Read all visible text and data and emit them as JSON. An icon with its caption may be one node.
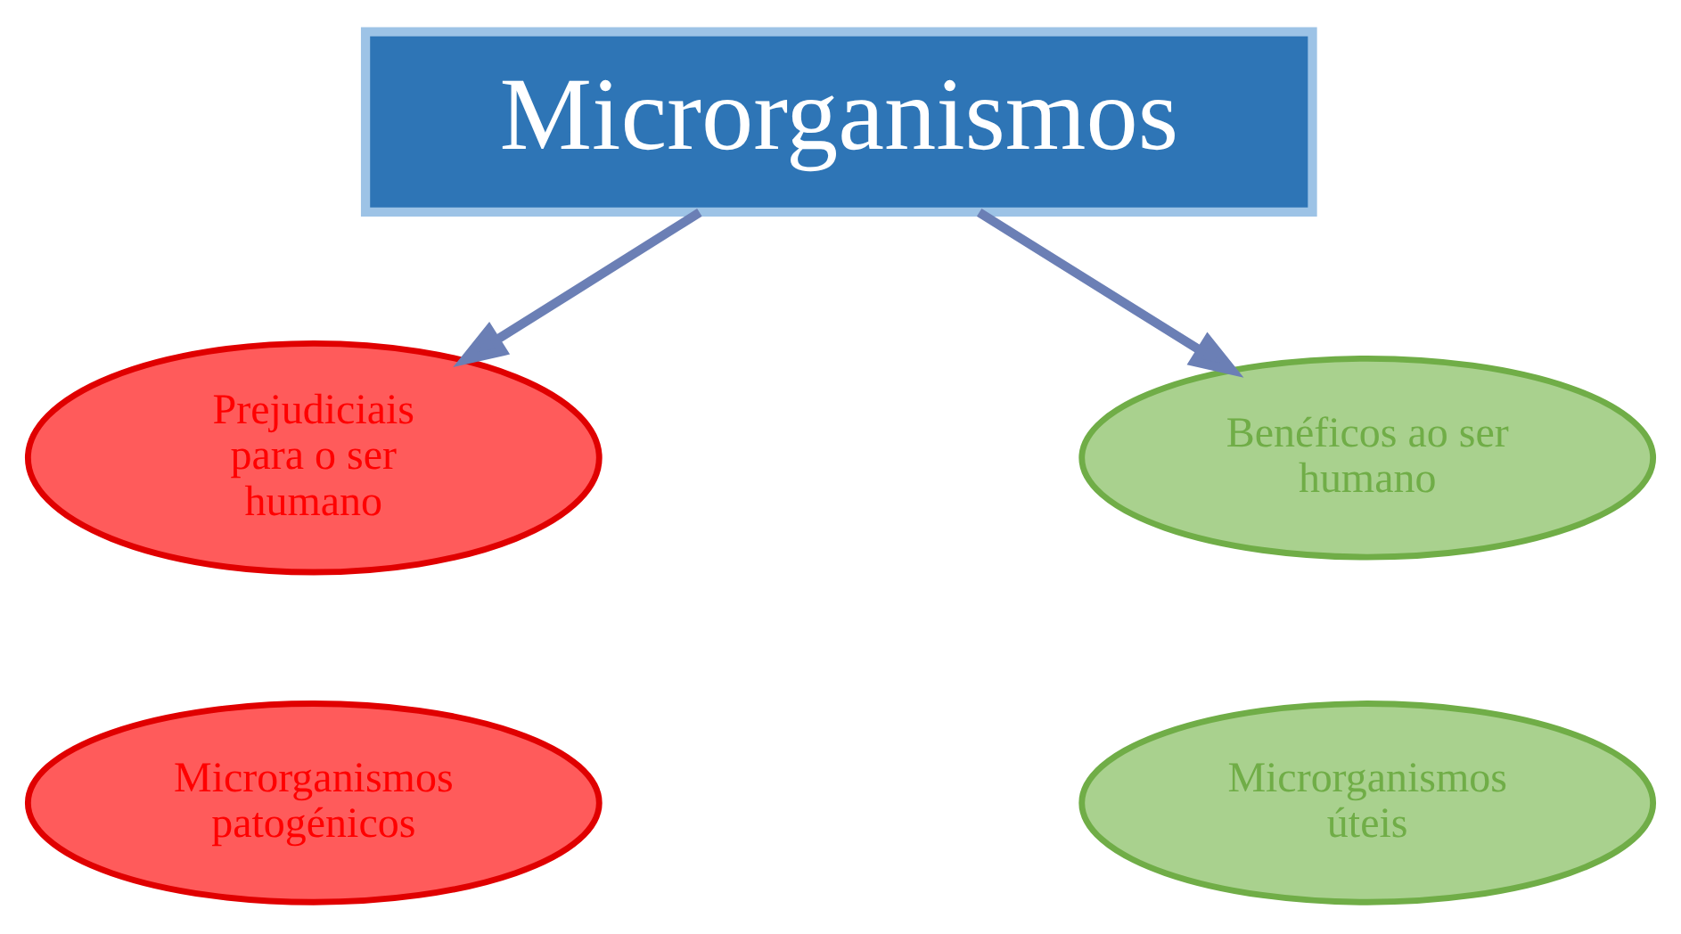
{
  "diagram": {
    "nodes": [
      {
        "text": [
          "Microrganismos"
        ]
      },
      {
        "text": [
          "Prejudiciais para o ser humano"
        ]
      },
      {
        "text": [
          "Benéficos ao ser humano"
        ]
      },
      {
        "text": [
          "Microrganismos patogénicos"
        ]
      },
      {
        "text": [
          "Microrganismos úteis"
        ]
      }
    ],
    "edges": [
      {
        "from": 0,
        "to": 1,
        "arrow": "to"
      },
      {
        "from": 0,
        "to": 2,
        "arrow": "to"
      }
    ]
  }
}
